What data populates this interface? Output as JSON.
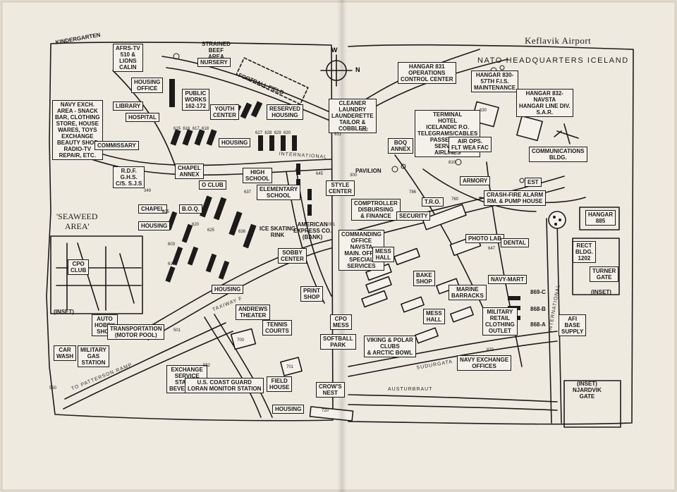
{
  "title": "Keflavik Airport",
  "subtitle": "NATO HEADQUARTERS ICELAND",
  "compass": [
    "W",
    "N"
  ],
  "labels": [
    {
      "id": "kindergarten",
      "text": "KINDERGARTEN",
      "style": "plain"
    },
    {
      "id": "afrs-tv",
      "text": "AFRS-TV\n510 &\nLIONS\nCALIN",
      "style": "boxed"
    },
    {
      "id": "strained-beef-area",
      "text": "STRAINED\nBEEF\nAREA",
      "style": "plain"
    },
    {
      "id": "nursery",
      "text": "NURSERY",
      "style": "boxed"
    },
    {
      "id": "football-field",
      "text": "FOOTBALL FIELD",
      "style": "plain"
    },
    {
      "id": "housing-office",
      "text": "HOUSING\nOFFICE",
      "style": "boxed"
    },
    {
      "id": "public-works",
      "text": "PUBLIC\nWORKS\n162-172",
      "style": "boxed"
    },
    {
      "id": "youth-center",
      "text": "YOUTH\nCENTER",
      "style": "boxed"
    },
    {
      "id": "reserved-housing",
      "text": "RESERVED\nHOUSING",
      "style": "boxed"
    },
    {
      "id": "library",
      "text": "LIBRARY",
      "style": "boxed"
    },
    {
      "id": "hospital",
      "text": "HOSPITAL",
      "style": "boxed"
    },
    {
      "id": "navy-exchange-area",
      "text": "NAVY EXCH.\nAREA - SNACK\nBAR, CLOTHING\nSTORE, HOUSE\nWARES, TOYS\nEXCHANGE\nBEAUTY SHOP\nRADIO-TV\nREPAIR, ETC.",
      "style": "boxed"
    },
    {
      "id": "commissary",
      "text": "COMMISSARY",
      "style": "boxed"
    },
    {
      "id": "housing-north",
      "text": "HOUSING",
      "style": "boxed"
    },
    {
      "id": "international-rd",
      "text": "INTERNATIONAL",
      "style": "road"
    },
    {
      "id": "cleaner-laundry",
      "text": "CLEANER\nLAUNDRY\nLAUNDERETTE\nTAILOR &\nCOBBLER",
      "style": "boxed"
    },
    {
      "id": "hangar-831",
      "text": "HANGAR 831\nOPERATIONS\nCONTROL CENTER",
      "style": "boxed"
    },
    {
      "id": "hangar-830",
      "text": "HANGAR 830-\n57TH F.I.S.\nMAINTENANCE",
      "style": "boxed"
    },
    {
      "id": "hangar-832",
      "text": "HANGAR 832-\nNAVSTA\nHANGAR LINE DIV.\nS.A.R.",
      "style": "boxed"
    },
    {
      "id": "terminal",
      "text": "TERMINAL\nHOTEL\nICELANDIC P.O.\nTELEGRAMS/CABLES\nPASSENGER\nSERVICE,\nAIRLINES",
      "style": "boxed"
    },
    {
      "id": "boq-annex",
      "text": "BOQ\nANNEX",
      "style": "boxed"
    },
    {
      "id": "air-ops",
      "text": "AIR OPS.\nFLT WEA FAC",
      "style": "boxed"
    },
    {
      "id": "communications",
      "text": "COMMUNICATIONS\nBLDG.",
      "style": "boxed"
    },
    {
      "id": "rdf",
      "text": "R.D.F.\nG.H.S.\nC/S. S.J.S",
      "style": "boxed"
    },
    {
      "id": "chapel-annex",
      "text": "CHAPEL\nANNEX",
      "style": "boxed"
    },
    {
      "id": "high-school",
      "text": "HIGH\nSCHOOL",
      "style": "boxed"
    },
    {
      "id": "style-center",
      "text": "STYLE\nCENTER",
      "style": "boxed"
    },
    {
      "id": "pavilion",
      "text": "PAVILION",
      "style": "plain"
    },
    {
      "id": "armory",
      "text": "ARMORY",
      "style": "boxed"
    },
    {
      "id": "crash-fire",
      "text": "CRASH-FIRE ALARM\nRM. & PUMP HOUSE",
      "style": "boxed"
    },
    {
      "id": "est",
      "text": "EST",
      "style": "boxed"
    },
    {
      "id": "o-club",
      "text": "O CLUB",
      "style": "boxed"
    },
    {
      "id": "elementary-school",
      "text": "ELEMENTARY\nSCHOOL",
      "style": "boxed"
    },
    {
      "id": "chapel",
      "text": "CHAPEL",
      "style": "boxed"
    },
    {
      "id": "boq",
      "text": "B.O.Q.",
      "style": "boxed"
    },
    {
      "id": "comptroller",
      "text": "COMPTROLLER\nDISBURSING\n& FINANCE",
      "style": "boxed"
    },
    {
      "id": "tro",
      "text": "T.R.O.",
      "style": "boxed"
    },
    {
      "id": "security",
      "text": "SECURITY",
      "style": "boxed"
    },
    {
      "id": "hangar-885",
      "text": "HANGAR\n885",
      "style": "boxed"
    },
    {
      "id": "seaweed-area",
      "text": "'SEAWEED\nAREA'",
      "style": "area"
    },
    {
      "id": "housing-west",
      "text": "HOUSING",
      "style": "boxed"
    },
    {
      "id": "american-express",
      "text": "AMERICAN\nEXPRESS CO.\n(BANK)",
      "style": "plain"
    },
    {
      "id": "ice-skating-rink",
      "text": "ICE SKATING\nRINK",
      "style": "plain"
    },
    {
      "id": "commanding-office",
      "text": "COMMANDING\nOFFICE\nNAVSTA\nMAIN. OFF'S\nSPECIAL\nSERVICES",
      "style": "boxed"
    },
    {
      "id": "mess-hall",
      "text": "MESS\nHALL",
      "style": "boxed"
    },
    {
      "id": "photo-lab",
      "text": "PHOTO LAB",
      "style": "boxed"
    },
    {
      "id": "dental",
      "text": "DENTAL",
      "style": "boxed"
    },
    {
      "id": "rect-bldg",
      "text": "RECT\nBLDG.\n1202",
      "style": "boxed"
    },
    {
      "id": "turner-gate",
      "text": "TURNER\nGATE",
      "style": "boxed"
    },
    {
      "id": "inset-turner",
      "text": "(INSET)",
      "style": "plain"
    },
    {
      "id": "cpo-club",
      "text": "CPO\nCLUB",
      "style": "boxed"
    },
    {
      "id": "inset-seaweed",
      "text": "(INSET)",
      "style": "plain"
    },
    {
      "id": "sobby-center",
      "text": "SOBBY\nCENTER",
      "style": "boxed"
    },
    {
      "id": "housing-south",
      "text": "HOUSING",
      "style": "boxed"
    },
    {
      "id": "print-shop",
      "text": "PRINT\nSHOP",
      "style": "boxed"
    },
    {
      "id": "bake-shop",
      "text": "BAKE\nSHOP",
      "style": "boxed"
    },
    {
      "id": "marine-barracks",
      "text": "MARINE\nBARRACKS",
      "style": "boxed"
    },
    {
      "id": "navy-mart",
      "text": "NAVY-MART",
      "style": "boxed"
    },
    {
      "id": "bldg-869c",
      "text": "869-C",
      "style": "plain"
    },
    {
      "id": "bldg-868b",
      "text": "868-B",
      "style": "plain"
    },
    {
      "id": "bldg-868a",
      "text": "868-A",
      "style": "plain"
    },
    {
      "id": "taxiway-f",
      "text": "TAXIWAY F",
      "style": "road"
    },
    {
      "id": "andrews-theater",
      "text": "ANDREWS\nTHEATER",
      "style": "boxed"
    },
    {
      "id": "tennis-courts",
      "text": "TENNIS\nCOURTS",
      "style": "boxed"
    },
    {
      "id": "cpo-mess",
      "text": "CPO\nMESS",
      "style": "boxed"
    },
    {
      "id": "mess-hall-2",
      "text": "MESS\nHALL",
      "style": "boxed"
    },
    {
      "id": "military-retail",
      "text": "MILITARY\nRETAIL\nCLOTHING\nOUTLET",
      "style": "boxed"
    },
    {
      "id": "afi-base-supply",
      "text": "AFI\nBASE\nSUPPLY",
      "style": "boxed"
    },
    {
      "id": "auto-hobby-shop",
      "text": "AUTO\nHOBBY\nSHOP",
      "style": "boxed"
    },
    {
      "id": "transportation",
      "text": "TRANSPORTATION\n(MOTOR POOL)",
      "style": "boxed"
    },
    {
      "id": "softball-park",
      "text": "SOFTBALL\nPARK",
      "style": "boxed"
    },
    {
      "id": "viking-polar",
      "text": "VIKING & POLAR\nCLUBS\n& ARCTIC BOWL",
      "style": "boxed"
    },
    {
      "id": "car-wash",
      "text": "CAR\nWASH",
      "style": "boxed"
    },
    {
      "id": "military-gas-station",
      "text": "MILITARY\nGAS\nSTATION",
      "style": "boxed"
    },
    {
      "id": "navy-exchange-offices",
      "text": "NAVY EXCHANGE\nOFFICES",
      "style": "boxed"
    },
    {
      "id": "patterson-ramp",
      "text": "TO PATTERSON RAMP",
      "style": "road"
    },
    {
      "id": "exchange-service",
      "text": "EXCHANGE\nSERVICE\nSTATION\nBEVERAGES",
      "style": "boxed"
    },
    {
      "id": "coast-guard",
      "text": "U.S. COAST GUARD\nLORAN MONITOR STATION",
      "style": "boxed"
    },
    {
      "id": "field-house",
      "text": "FIELD\nHOUSE",
      "style": "boxed"
    },
    {
      "id": "crow-nest",
      "text": "CROW'S\nNEST",
      "style": "boxed"
    },
    {
      "id": "housing-bottom",
      "text": "HOUSING",
      "style": "boxed"
    },
    {
      "id": "austurbraut",
      "text": "AUSTURBRAUT",
      "style": "road"
    },
    {
      "id": "njardvik-gate",
      "text": "(INSET)\nNJARDVIK\nGATE",
      "style": "plain"
    },
    {
      "id": "international-v",
      "text": "INTERNATIONAL",
      "style": "road"
    },
    {
      "id": "suburgata",
      "text": "SUDURGATA",
      "style": "road"
    },
    {
      "id": "num-552",
      "text": "552",
      "style": "num"
    },
    {
      "id": "num-501",
      "text": "501",
      "style": "num"
    },
    {
      "id": "num-550",
      "text": "550",
      "style": "num"
    },
    {
      "id": "num-700",
      "text": "700",
      "style": "num"
    },
    {
      "id": "num-701",
      "text": "701",
      "style": "num"
    },
    {
      "id": "num-720",
      "text": "720",
      "style": "num"
    },
    {
      "id": "num-830",
      "text": "830",
      "style": "num"
    },
    {
      "id": "num-810",
      "text": "810",
      "style": "num"
    },
    {
      "id": "num-870",
      "text": "870",
      "style": "num"
    },
    {
      "id": "num-627",
      "text": "627  628  629  630",
      "style": "num"
    },
    {
      "id": "num-615",
      "text": "615  616  617  618",
      "style": "num"
    },
    {
      "id": "num-631",
      "text": "631",
      "style": "num"
    },
    {
      "id": "num-632",
      "text": "632",
      "style": "num"
    },
    {
      "id": "num-349",
      "text": "349",
      "style": "num"
    },
    {
      "id": "num-605",
      "text": "605",
      "style": "num"
    },
    {
      "id": "num-620",
      "text": "620",
      "style": "num"
    },
    {
      "id": "num-637",
      "text": "637",
      "style": "num"
    },
    {
      "id": "num-638",
      "text": "638",
      "style": "num"
    },
    {
      "id": "num-645",
      "text": "645",
      "style": "num"
    },
    {
      "id": "num-300",
      "text": "300",
      "style": "num"
    },
    {
      "id": "num-786",
      "text": "786",
      "style": "num"
    },
    {
      "id": "num-760",
      "text": "760",
      "style": "num"
    },
    {
      "id": "num-1001",
      "text": "1001",
      "style": "num"
    },
    {
      "id": "num-647",
      "text": "647",
      "style": "num"
    },
    {
      "id": "num-619",
      "text": "619",
      "style": "num"
    },
    {
      "id": "num-603",
      "text": "603",
      "style": "num"
    },
    {
      "id": "num-625",
      "text": "625",
      "style": "num"
    }
  ],
  "colors": {
    "paper": "#efeae0",
    "ink": "#1b1b1b",
    "fold": "#cfc8ba"
  }
}
